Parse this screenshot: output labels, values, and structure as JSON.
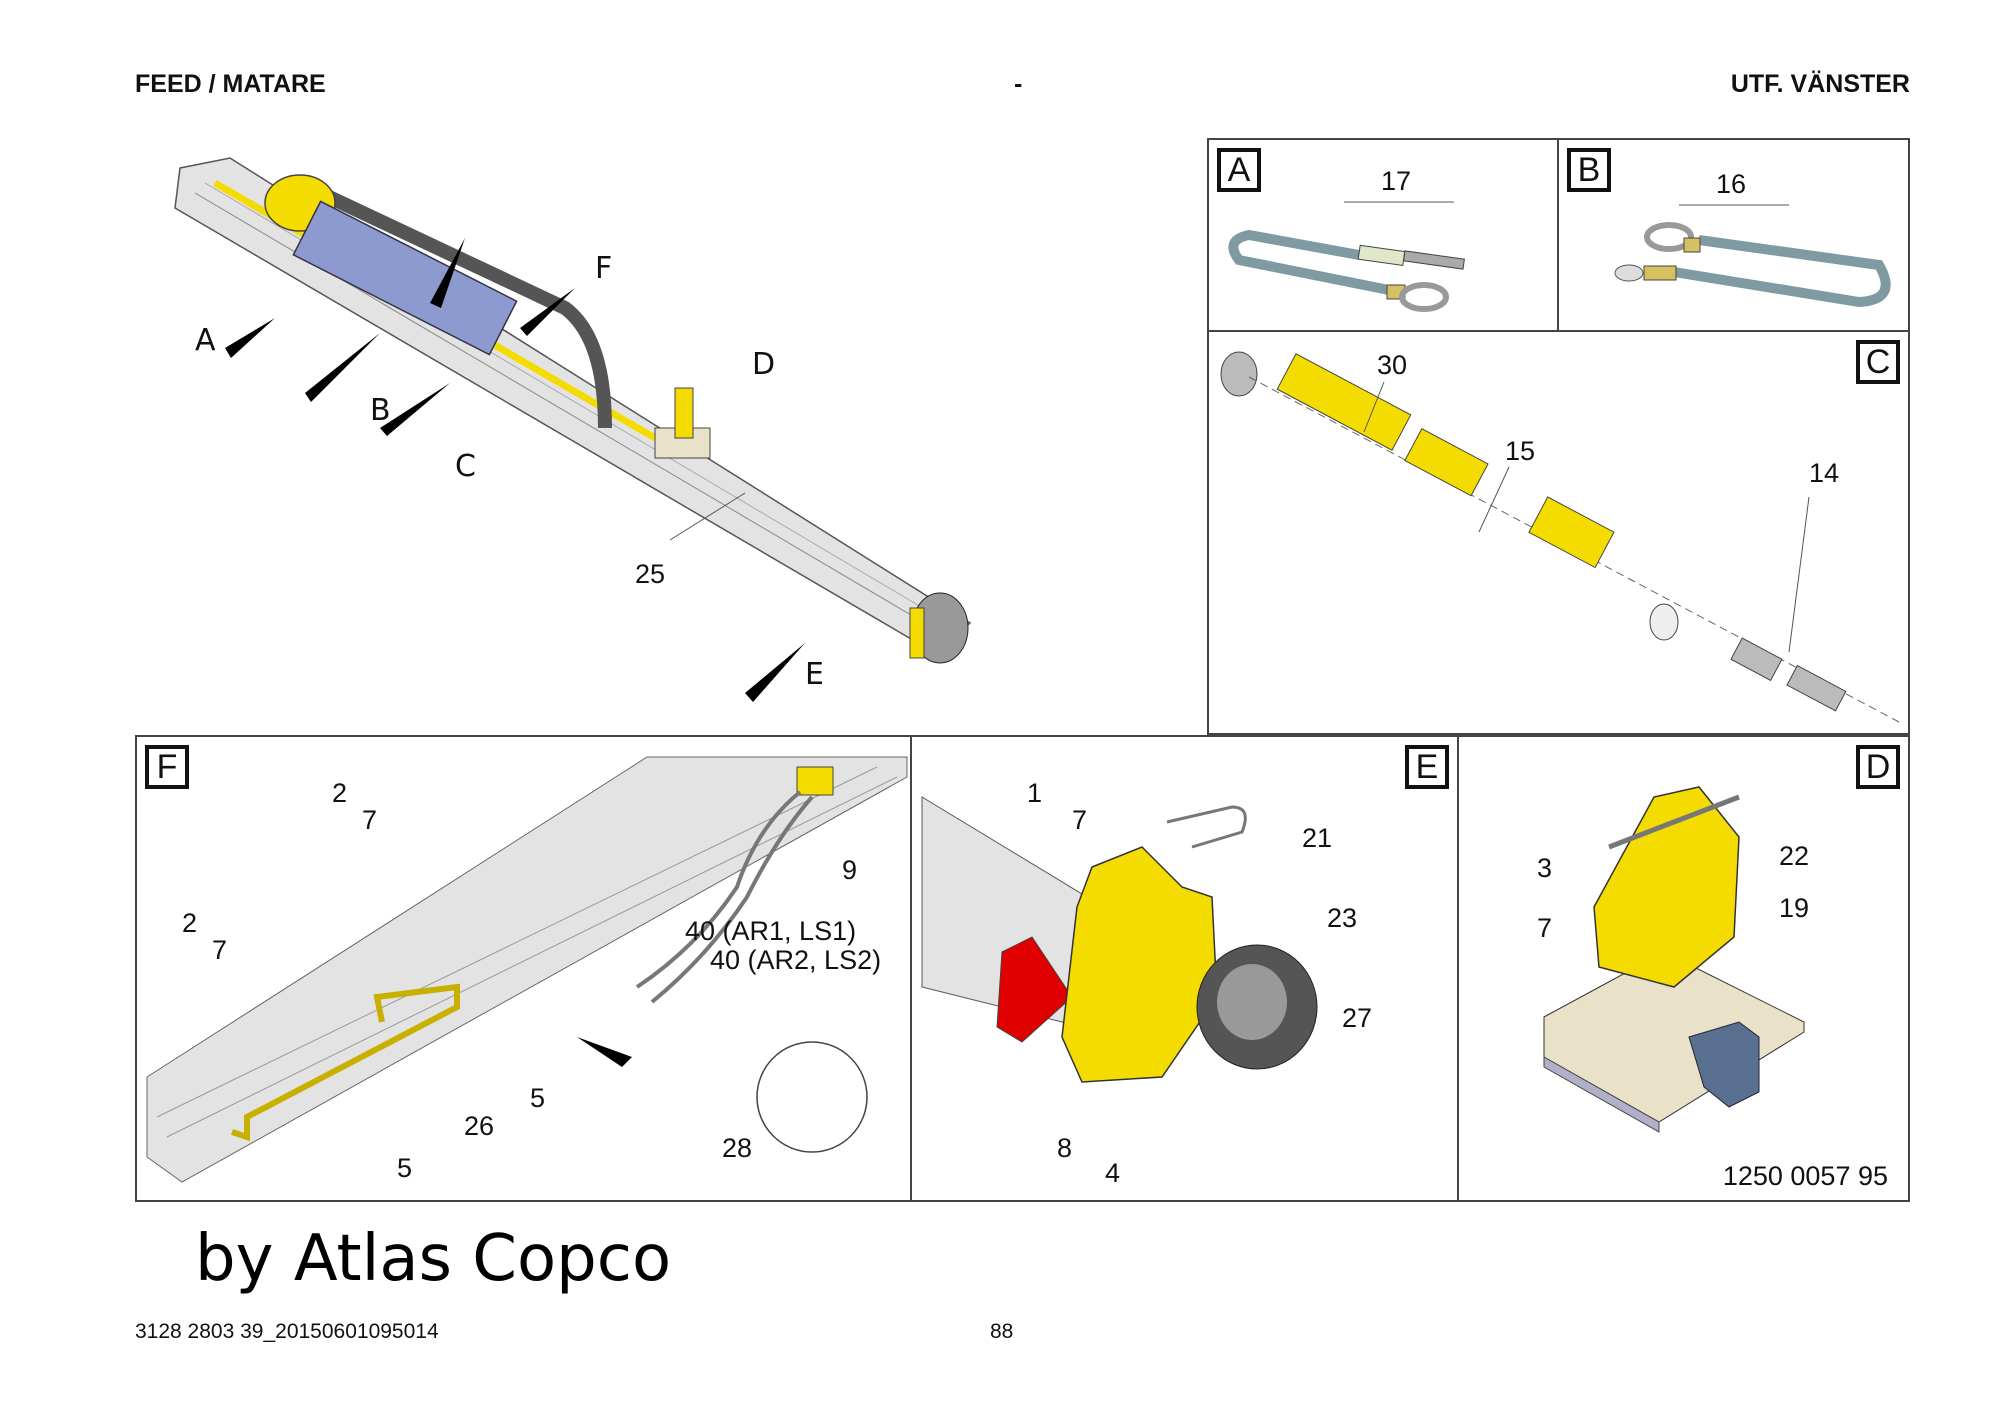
{
  "header": {
    "left": "FEED / MATARE",
    "center": "-",
    "right": "UTF. VÄNSTER"
  },
  "overview": {
    "callouts": [
      "A",
      "B",
      "C",
      "D",
      "E",
      "F"
    ],
    "part_labels": [
      "25"
    ]
  },
  "panels": {
    "A": {
      "tag": "A",
      "labels": [
        "17"
      ]
    },
    "B": {
      "tag": "B",
      "labels": [
        "16"
      ]
    },
    "C": {
      "tag": "C",
      "labels": [
        "30",
        "15",
        "14"
      ]
    },
    "F": {
      "tag": "F",
      "labels": [
        "2",
        "7",
        "2",
        "7",
        "9",
        "40 (AR1, LS1)",
        "40 (AR2, LS2)",
        "5",
        "26",
        "5",
        "28"
      ]
    },
    "E": {
      "tag": "E",
      "labels": [
        "1",
        "7",
        "21",
        "23",
        "27",
        "8",
        "4"
      ]
    },
    "D": {
      "tag": "D",
      "labels": [
        "3",
        "22",
        "7",
        "19"
      ],
      "doc_number": "1250 0057 95"
    }
  },
  "watermark": "by Atlas Copco",
  "footer": {
    "left": "3128 2803 39_20150601095014",
    "page": "88"
  },
  "colors": {
    "part_yellow": "#f5dc00",
    "rail_gray": "#e3e3e3",
    "motor_blue": "#8c9ad0",
    "section_red": "#e00000",
    "bracket_blue": "#5a7090"
  }
}
